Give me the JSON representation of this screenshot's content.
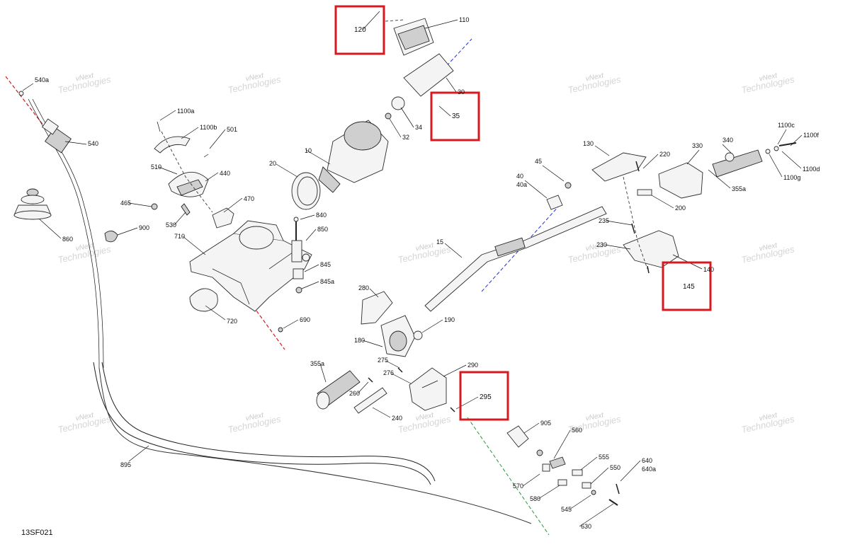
{
  "diagram": {
    "code": "13SF021",
    "highlight_color": "#d71920",
    "watermark": [
      "vNext",
      "Technologies"
    ],
    "axis_colors": {
      "red": "#d71920",
      "blue": "#1d2fd6",
      "green": "#1e9e2e"
    },
    "callouts": [
      "120",
      "110",
      "35",
      "32",
      "34",
      "30",
      "10",
      "20",
      "1100a",
      "1100b",
      "501",
      "510",
      "440",
      "465",
      "470",
      "530",
      "710",
      "840",
      "850",
      "845",
      "845a",
      "690",
      "720",
      "540a",
      "540",
      "860",
      "900",
      "895",
      "130",
      "220",
      "330",
      "340",
      "1100c",
      "1100f",
      "1100d",
      "1100g",
      "355a",
      "200",
      "45",
      "40",
      "40a",
      "15",
      "235",
      "230",
      "140",
      "145",
      "280",
      "190",
      "180",
      "275",
      "276",
      "290",
      "295",
      "355a",
      "260",
      "240",
      "905",
      "560",
      "555",
      "550",
      "570",
      "580",
      "545",
      "640",
      "640a",
      "630"
    ],
    "highlighted": [
      "120",
      "35",
      "145",
      "295"
    ]
  }
}
